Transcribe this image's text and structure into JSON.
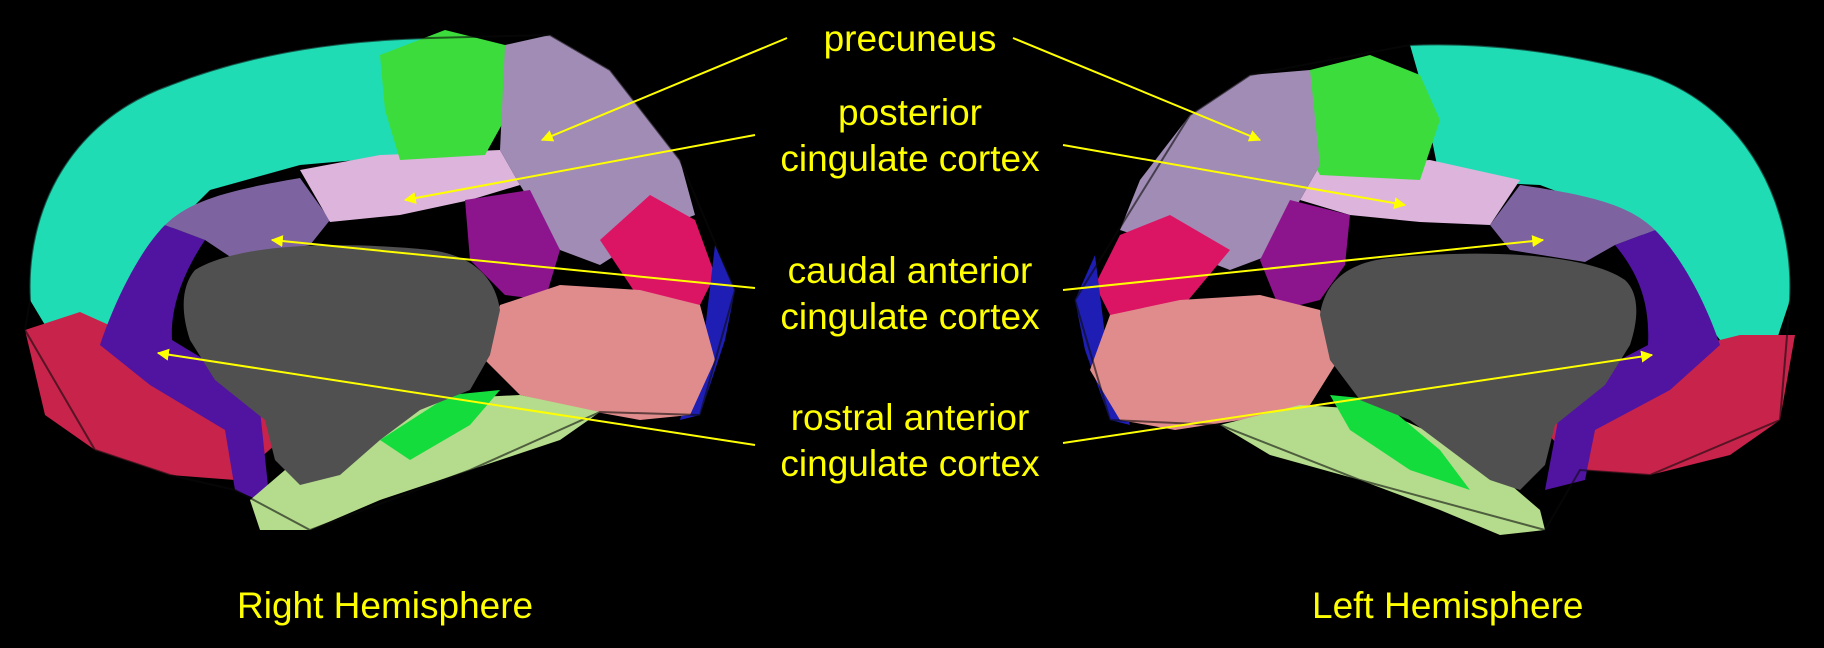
{
  "labels": {
    "precuneus": {
      "lines": [
        "precuneus"
      ]
    },
    "posterior": {
      "lines": [
        "posterior",
        "cingulate cortex"
      ]
    },
    "caudal": {
      "lines": [
        "caudal anterior",
        "cingulate cortex"
      ]
    },
    "rostral": {
      "lines": [
        "rostral anterior",
        "cingulate cortex"
      ]
    }
  },
  "hemispheres": {
    "right": "Right Hemisphere",
    "left": "Left Hemisphere"
  },
  "colors": {
    "background": "#000000",
    "label_text": "#ffff00",
    "pointer": "#ffff00",
    "superior_frontal": "#20dcb4",
    "paracentral": "#3cdc3c",
    "precuneus": "#a08cb4",
    "posterior_cingulate": "#dcb4dc",
    "caudal_anterior_cingulate": "#7d64a0",
    "rostral_anterior_cingulate": "#5014a0",
    "isthmus_cingulate": "#8c148c",
    "cuneus": "#dc1464",
    "lingual": "#e18c8c",
    "medial_orbitofrontal": "#c8234b",
    "parahippocampal": "#14dc3c",
    "fusiform": "#b4dc8c",
    "medial_wall": "#505050",
    "pericalcarine": "#1e1eb4"
  }
}
